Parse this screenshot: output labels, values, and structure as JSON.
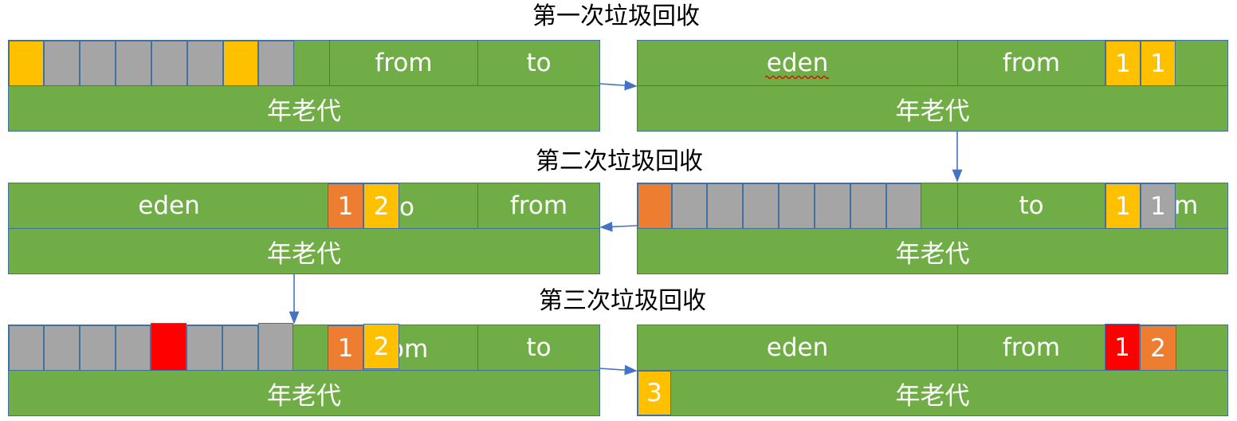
{
  "titles": {
    "first": "第一次垃圾回收",
    "second": "第二次垃圾回收",
    "third": "第三次垃圾回收"
  },
  "labels": {
    "eden": "eden",
    "from": "from",
    "to": "to",
    "old": "年老代"
  },
  "fragments": {
    "p3_to_tail": "o",
    "p4_from_tail": "m",
    "p5_from_tail": "om"
  },
  "cells": {
    "p2": [
      "1",
      "1"
    ],
    "p3": [
      "1",
      "2"
    ],
    "p4": [
      "1",
      "1"
    ],
    "p5": [
      "1",
      "2"
    ],
    "p6": [
      "1",
      "2"
    ],
    "p6_old": "3"
  },
  "colors": {
    "region": "#70ad47",
    "border": "#41719c",
    "gray": "#a5a5a5",
    "yellow": "#ffc000",
    "orange": "#ed7d31",
    "red": "#ff0000"
  }
}
